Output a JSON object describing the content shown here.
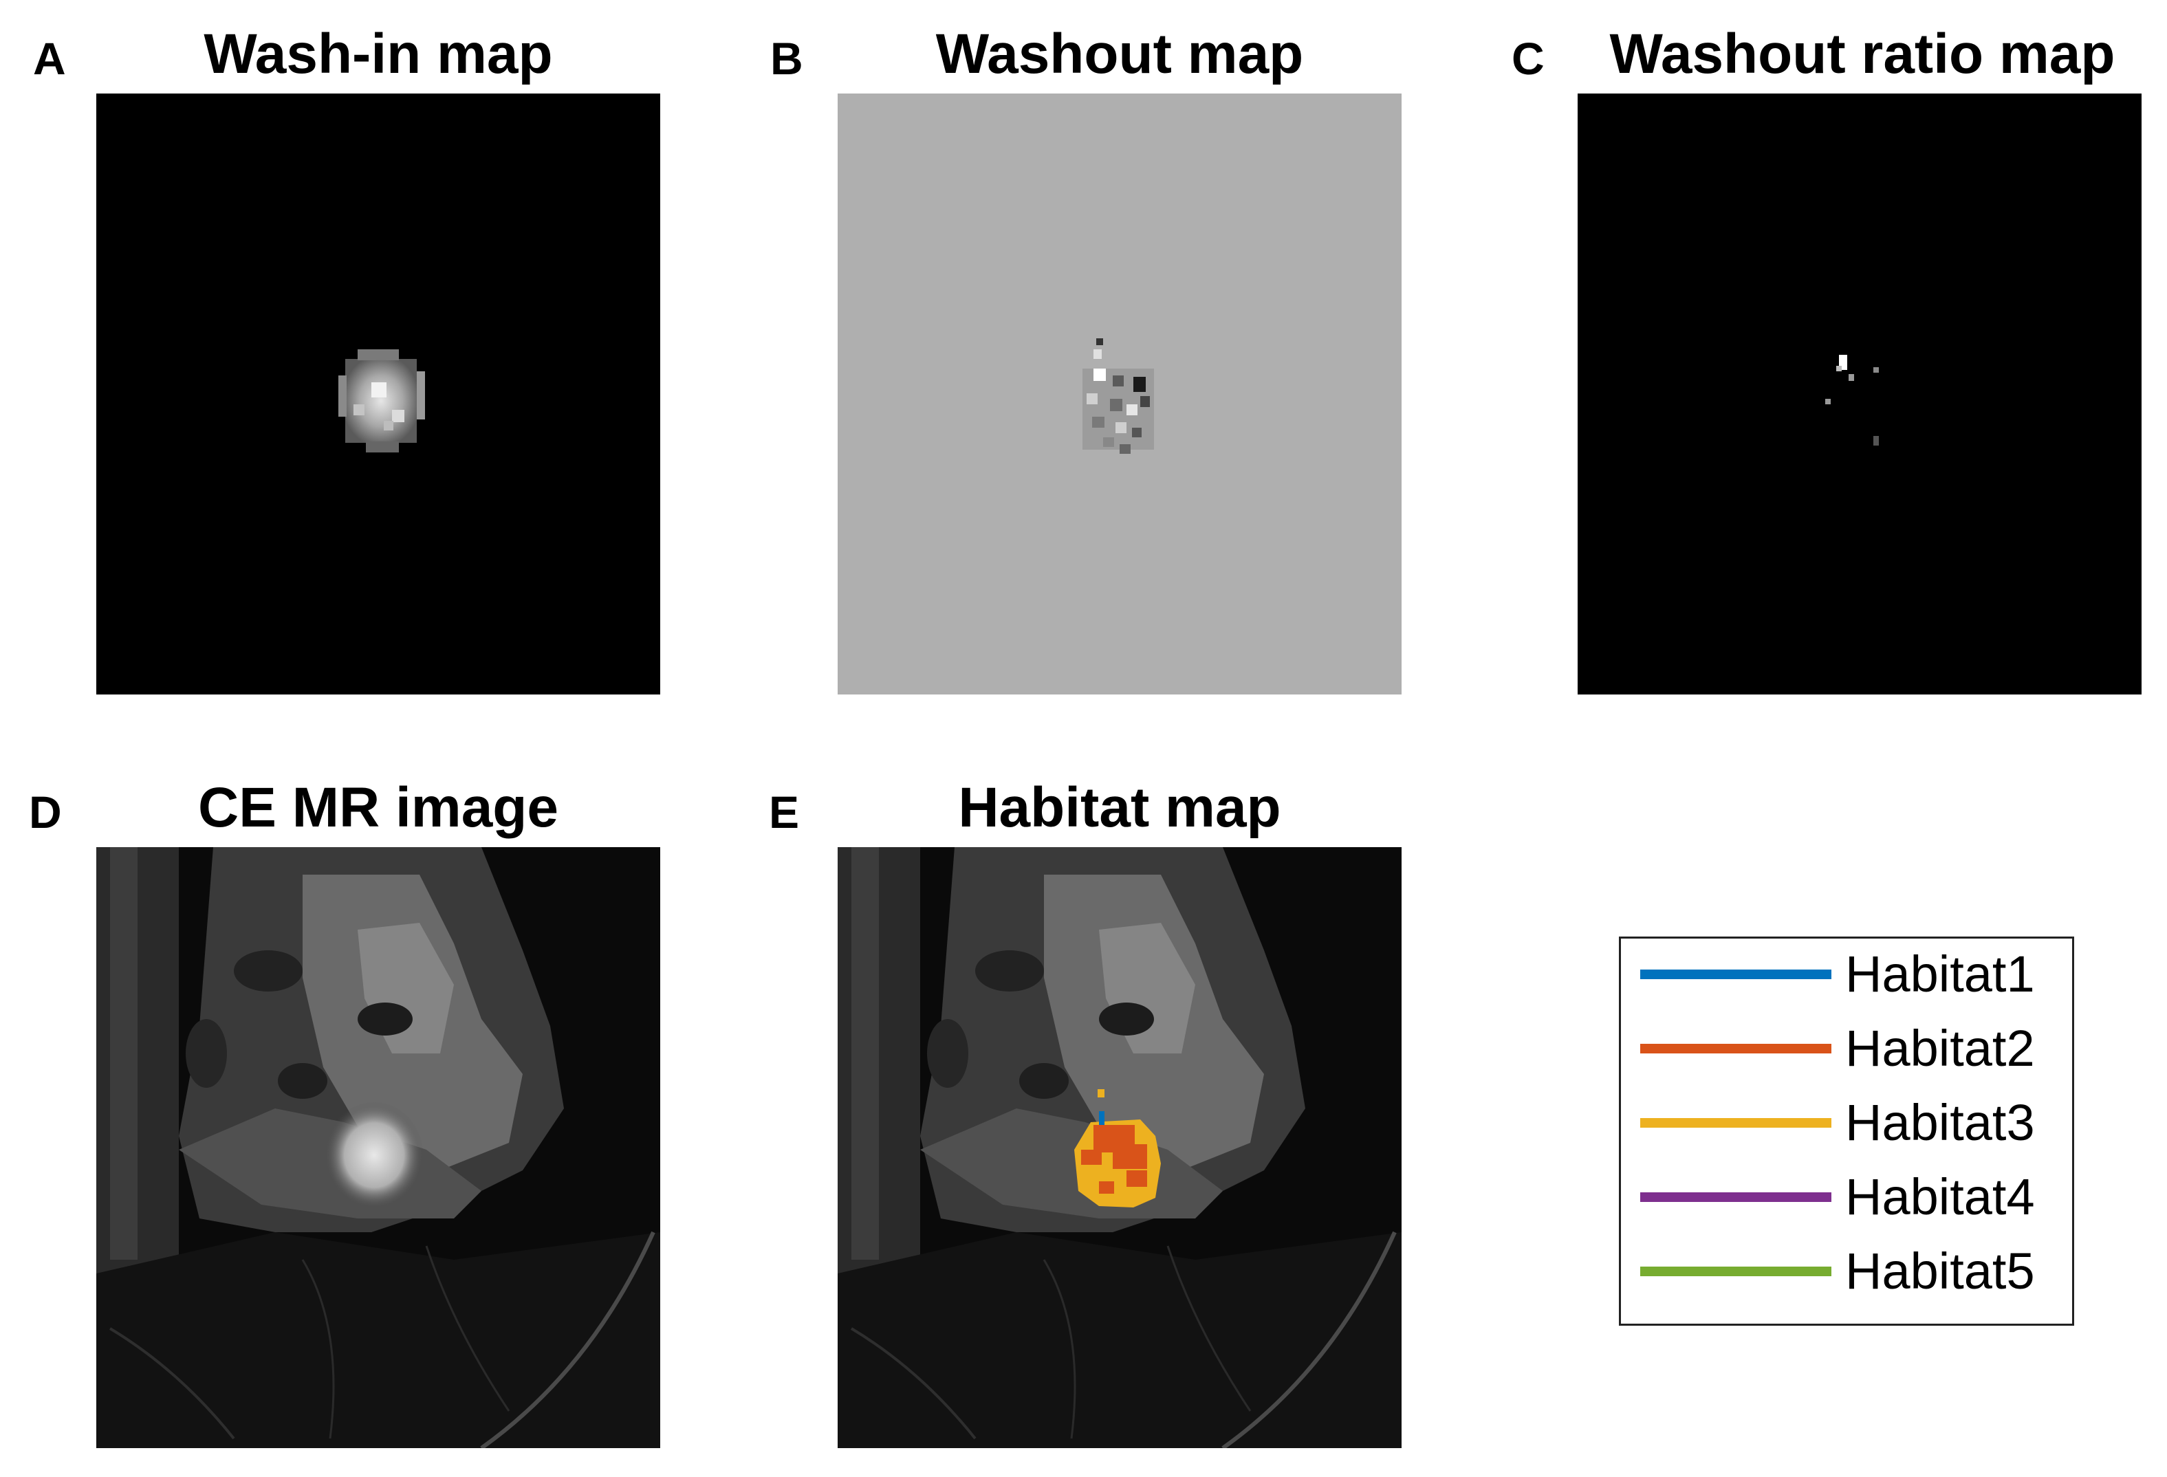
{
  "panels": [
    {
      "letter": "A",
      "title": "Wash-in map"
    },
    {
      "letter": "B",
      "title": "Washout map"
    },
    {
      "letter": "C",
      "title": "Washout ratio map"
    },
    {
      "letter": "D",
      "title": "CE MR image"
    },
    {
      "letter": "E",
      "title": "Habitat map"
    }
  ],
  "legend": [
    {
      "label": "Habitat1",
      "color": "#0072BD"
    },
    {
      "label": "Habitat2",
      "color": "#D95319"
    },
    {
      "label": "Habitat3",
      "color": "#EDB120"
    },
    {
      "label": "Habitat4",
      "color": "#7E2F8E"
    },
    {
      "label": "Habitat5",
      "color": "#77AC30"
    }
  ]
}
